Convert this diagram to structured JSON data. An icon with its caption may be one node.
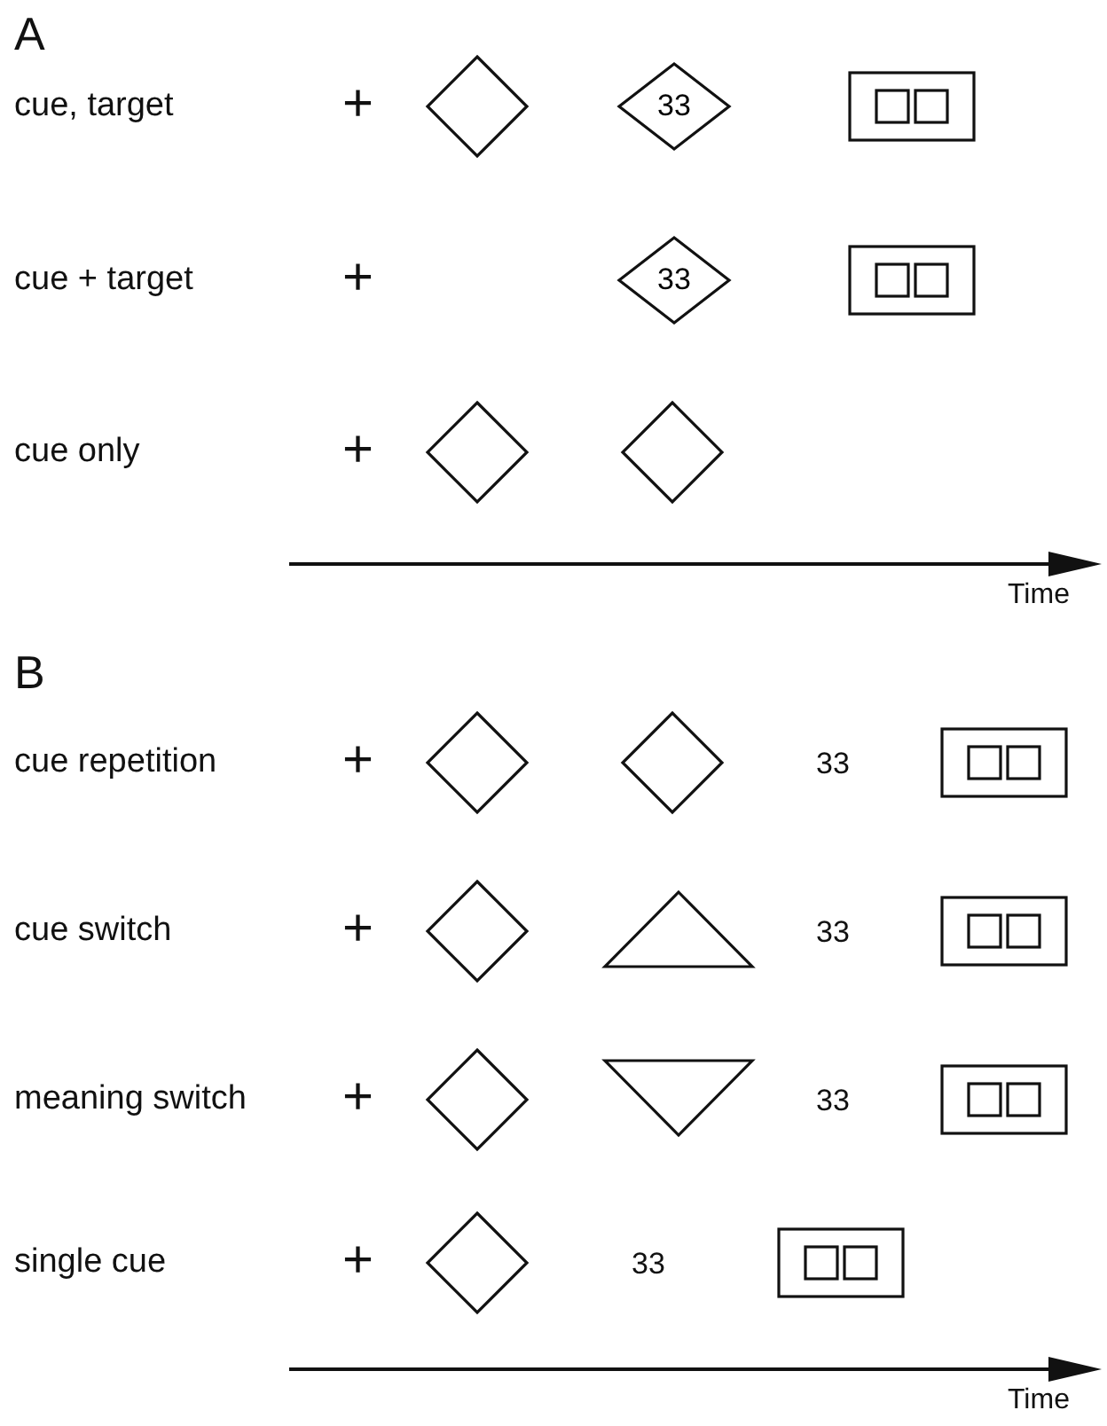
{
  "diagram": {
    "nodes": [
      {
        "text": [],
        "shape": "diamond"
      },
      {
        "text": [
          "33"
        ]
      },
      {
        "text": [],
        "shape": "box"
      },
      {
        "text": [
          "33"
        ]
      },
      {
        "text": [],
        "shape": "box"
      },
      {
        "text": [],
        "shape": "diamond"
      },
      {
        "text": [],
        "shape": "diamond"
      },
      {
        "text": [],
        "shape": "diamond"
      },
      {
        "text": [],
        "shape": "diamond"
      },
      {
        "text": [],
        "shape": "box"
      },
      {
        "text": [],
        "shape": "diamond"
      },
      {
        "text": [],
        "shape": "triangle"
      },
      {
        "text": [],
        "shape": "box"
      },
      {
        "text": [],
        "shape": "diamond"
      },
      {
        "text": [],
        "shape": "triangle"
      },
      {
        "text": [],
        "shape": "box"
      },
      {
        "text": [],
        "shape": "diamond"
      },
      {
        "text": [],
        "shape": "box"
      }
    ],
    "labels": [
      "A",
      "cue, target",
      "+",
      "cue + target",
      "+",
      "cue only",
      "+",
      "Time",
      "B",
      "cue repetition",
      "+",
      "33",
      "cue switch",
      "+",
      "33",
      "meaning switch",
      "+",
      "33",
      "single cue",
      "+",
      "33",
      "Time"
    ]
  }
}
